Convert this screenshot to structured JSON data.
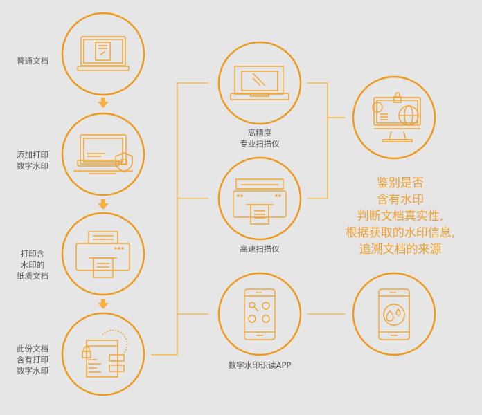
{
  "colors": {
    "circle": "#ed9a1e",
    "line": "#f5c46e",
    "icon": "#f0a535",
    "text": "#555555",
    "result": "#f0a030"
  },
  "left_steps": [
    {
      "lines": [
        "普通文档"
      ],
      "icon": "laptop-document-icon"
    },
    {
      "lines": [
        "添加打印",
        "数字水印"
      ],
      "icon": "laptop-shield-lock-icon"
    },
    {
      "lines": [
        "打印含",
        "水印的",
        "纸质文档"
      ],
      "icon": "printer-icon"
    },
    {
      "lines": [
        "此份文档",
        "含有打印",
        "数字水印"
      ],
      "icon": "document-lock-icon"
    }
  ],
  "tools": [
    {
      "lines": [
        "高精度",
        "专业扫描仪"
      ],
      "icon": "flatbed-scanner-icon"
    },
    {
      "lines": [
        "高速扫描仪"
      ],
      "icon": "high-speed-scanner-icon"
    },
    {
      "lines": [
        "数字水印识读APP"
      ],
      "icon": "phone-app-icon"
    }
  ],
  "results": [
    {
      "icon": "monitor-globe-lock-icon"
    },
    {
      "icon": "phone-water-drop-icon"
    }
  ],
  "result_text": [
    "鉴别是否",
    "含有水印",
    "判断文档真实性,",
    "根据获取的水印信息,",
    "追溯文档的来源"
  ]
}
